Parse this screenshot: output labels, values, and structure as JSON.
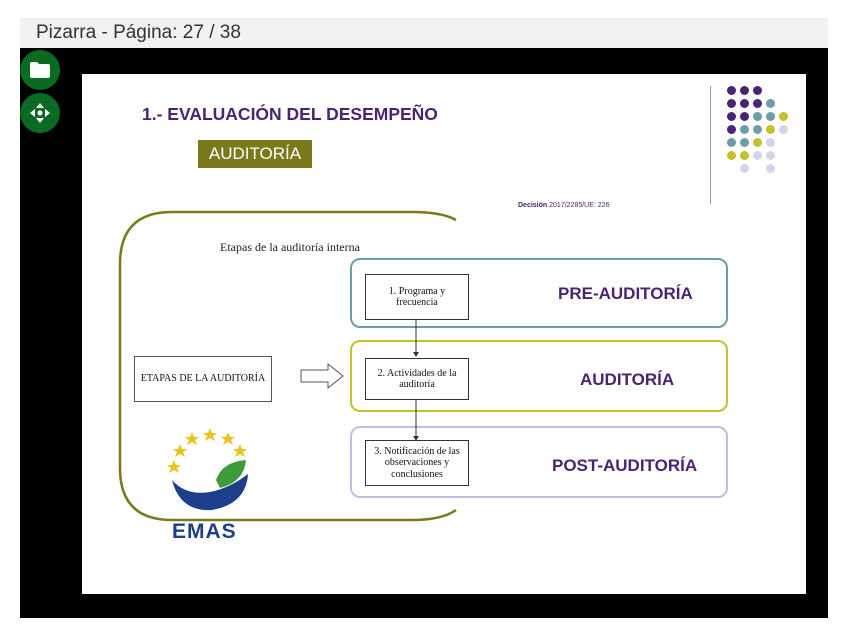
{
  "window": {
    "title": "Pizarra - Página: 27 / 38"
  },
  "toolbar": {
    "folder_button_icon": "folder-icon",
    "move_button_icon": "move-arrows-icon"
  },
  "slide": {
    "title": "1.- EVALUACIÓN DEL DESEMPEÑO",
    "tag": "AUDITORÍA",
    "decision_prefix": "Decisión",
    "decision_ref": "2017/2285/UE: 226",
    "diagram_title": "Etapas de la auditoría interna",
    "left_box": "ETAPAS DE LA AUDITORÍA",
    "steps": [
      {
        "label": "1.  Programa y frecuencia",
        "phase": "PRE-AUDITORÍA",
        "color": "#6c9ea7"
      },
      {
        "label": "2.  Actividades de la auditoría",
        "phase": "AUDITORÍA",
        "color": "#c4c12a"
      },
      {
        "label": "3.  Notificación de las observaciones y conclusiones",
        "phase": "POST-AUDITORÍA",
        "color": "#c9b8e6"
      }
    ],
    "logo_text": "EMAS",
    "colors": {
      "purple": "#4a2373",
      "olive": "#7a7a1c",
      "teal": "#6c9ea7",
      "yellow": "#c4c12a",
      "lavender": "#c9b8e6"
    }
  }
}
